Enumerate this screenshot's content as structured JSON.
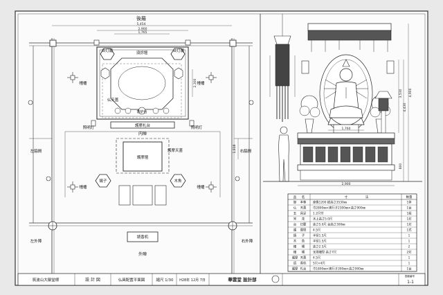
{
  "plan": {
    "top_label": "後羅",
    "dims": [
      "5,454",
      "2,900",
      "1,765"
    ],
    "dim_side": "2,300",
    "dim_right": "1,818",
    "side_left_upper": "左脇間",
    "side_right_upper": "右脇間",
    "side_left_lower": "左外陣",
    "side_right_lower": "右外陣",
    "bottom_label": "外陣",
    "inner_label": "内陣",
    "shrine_label": "須弥壇",
    "lantern_tl": "台灯籠",
    "lantern_tr": "台灯籠",
    "buddha_label": "仏天蓋",
    "incense_label": "香炉台",
    "fudaban_label": "護摩札台",
    "lamp_left": "照明灯",
    "lamp_right": "照明灯",
    "banner_labels": [
      "幢幡",
      "幢幡",
      "幢幡",
      "幢幡"
    ],
    "goma_label": "護摩壇",
    "goma_canopy": "護摩天蓋",
    "kin_label": "鐃子",
    "gong_label": "木魚",
    "reading_label": "読香机"
  },
  "elevation": {
    "dims_right": [
      "3,530",
      "4,900",
      "4,430",
      "800"
    ],
    "dim_width": "1,760",
    "dim_bottom": "2,900"
  },
  "table": {
    "headers": [
      "品",
      "名",
      "寸",
      "法",
      "数量"
    ],
    "rows": [
      [
        "御",
        "本尊",
        "座像1200 総高さ3530㎜",
        "1体"
      ],
      [
        "仏",
        "天蓋",
        "巾2800㎜×奥行き2300㎜×高さ900㎜",
        "1台"
      ],
      [
        "五",
        "具足",
        "1.2尺付",
        "1組"
      ],
      [
        "常",
        "花",
        "水上高さ5.0尺",
        "1対"
      ],
      [
        "台",
        "灯籠",
        "高さ5.0尺 台高さ300㎜",
        "1対"
      ],
      [
        "護",
        "摩壇",
        "4.5尺",
        "1式"
      ],
      [
        "鐃",
        "子",
        "半径1.5尺",
        "1"
      ],
      [
        "木",
        "魚",
        "半径1.5尺",
        "1"
      ],
      [
        "幢",
        "幡",
        "高さ2.5尺",
        "2"
      ],
      [
        "幢",
        "幡",
        "宝珠幢型 高さ7尺",
        "2対"
      ],
      [
        "護摩",
        "天蓋",
        "4.5尺",
        "1"
      ],
      [
        "読",
        "香机",
        "5尺×4尺",
        "1"
      ],
      [
        "護摩",
        "札台",
        "巾1800㎜×奥行き300㎜×高さ900㎜",
        "1台"
      ]
    ]
  },
  "title_block": {
    "project": "筑波山大御堂様",
    "design": "設 計 図",
    "drawing": "仏具配置平面図",
    "scale": "縮尺 1/30",
    "date": "H28年 12月 7日",
    "company": "華雲堂 設計部",
    "sheet_label": "図面番号",
    "sheet_no": "1-1"
  }
}
